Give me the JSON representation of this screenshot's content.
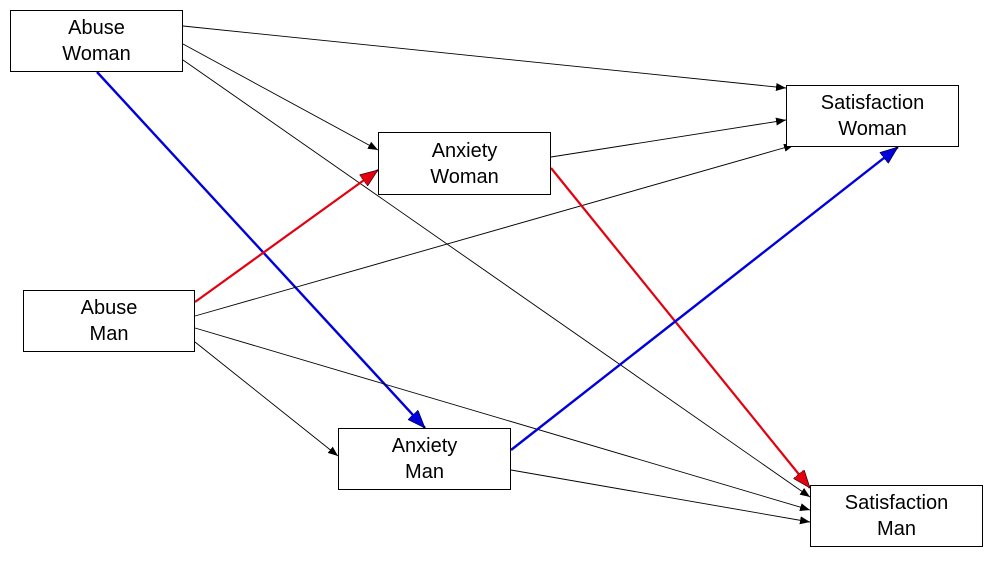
{
  "colors": {
    "neutral": "#000000",
    "red": "#e3000f",
    "blue": "#0000dd",
    "box_border": "#000000",
    "background": "#ffffff"
  },
  "nodes": {
    "abuse_woman": {
      "line1": "Abuse",
      "line2": "Woman"
    },
    "abuse_man": {
      "line1": "Abuse",
      "line2": "Man"
    },
    "anxiety_woman": {
      "line1": "Anxiety",
      "line2": "Woman"
    },
    "anxiety_man": {
      "line1": "Anxiety",
      "line2": "Man"
    },
    "satisfaction_woman": {
      "line1": "Satisfaction",
      "line2": "Woman"
    },
    "satisfaction_man": {
      "line1": "Satisfaction",
      "line2": "Man"
    }
  },
  "edges": [
    {
      "from": "abuse_woman",
      "to": "satisfaction_woman",
      "color": "neutral"
    },
    {
      "from": "abuse_woman",
      "to": "anxiety_woman",
      "color": "neutral"
    },
    {
      "from": "abuse_woman",
      "to": "satisfaction_man",
      "color": "neutral"
    },
    {
      "from": "abuse_woman",
      "to": "anxiety_man",
      "color": "blue"
    },
    {
      "from": "abuse_man",
      "to": "anxiety_woman",
      "color": "red"
    },
    {
      "from": "abuse_man",
      "to": "satisfaction_woman",
      "color": "neutral"
    },
    {
      "from": "abuse_man",
      "to": "satisfaction_man",
      "color": "neutral"
    },
    {
      "from": "abuse_man",
      "to": "anxiety_man",
      "color": "neutral"
    },
    {
      "from": "anxiety_woman",
      "to": "satisfaction_woman",
      "color": "neutral"
    },
    {
      "from": "anxiety_woman",
      "to": "satisfaction_man",
      "color": "red"
    },
    {
      "from": "anxiety_man",
      "to": "satisfaction_woman",
      "color": "blue"
    },
    {
      "from": "anxiety_man",
      "to": "satisfaction_man",
      "color": "neutral"
    }
  ]
}
